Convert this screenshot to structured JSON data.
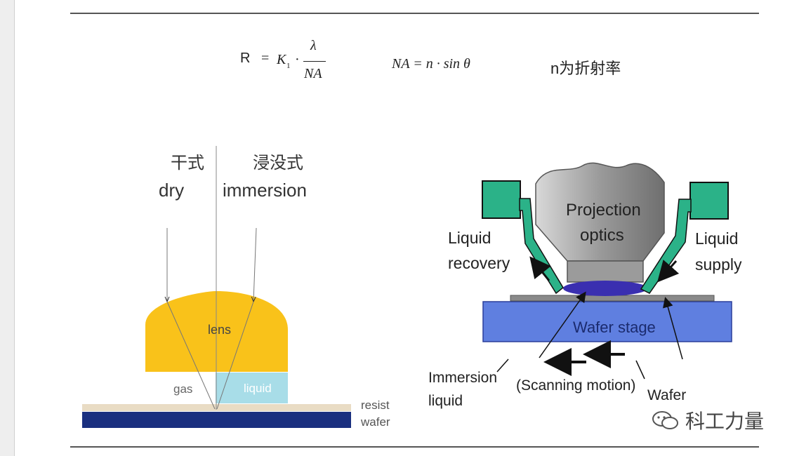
{
  "formulas": {
    "resolution": {
      "lhs": "R",
      "eq": "=",
      "k": "K",
      "k_sub": "1",
      "dot": "·",
      "num": "λ",
      "den": "NA"
    },
    "na": "NA = n · sin θ",
    "note": "n为折射率"
  },
  "left": {
    "dry_cn": "干式",
    "immersion_cn": "浸没式",
    "dry_en": "dry",
    "immersion_en": "immersion",
    "lens": "lens",
    "gas": "gas",
    "liquid": "liquid",
    "resist": "resist",
    "wafer": "wafer"
  },
  "right": {
    "projection": "Projection",
    "optics": "optics",
    "liquid_recovery_1": "Liquid",
    "liquid_recovery_2": "recovery",
    "liquid_supply_1": "Liquid",
    "liquid_supply_2": "supply",
    "wafer_stage": "Wafer stage",
    "immersion_liquid_1": "Immersion",
    "immersion_liquid_2": "liquid",
    "scanning": "(Scanning motion)",
    "wafer": "Wafer"
  },
  "watermark": "科工力量",
  "colors": {
    "lens": "#f9c21a",
    "liquid": "#a8dde8",
    "resist": "#e9dcc4",
    "wafer": "#1a2f7f",
    "stage": "#5f7fe0",
    "optics": "#b9b9b9",
    "nozzle": "#2bb288",
    "immersion": "#3a2fb0"
  }
}
